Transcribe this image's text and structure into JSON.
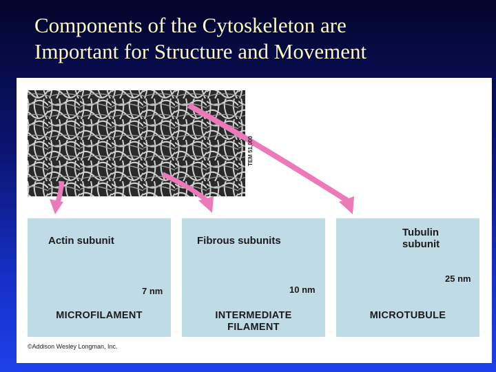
{
  "title_line1": "Components of the Cytoskeleton are",
  "title_line2": "Important for Structure and Movement",
  "micrograph": {
    "magnification": "TEM 51,000"
  },
  "panels": [
    {
      "subunit_label": "Actin subunit",
      "dimension": "7 nm",
      "caption": "MICROFILAMENT"
    },
    {
      "subunit_label": "Fibrous subunits",
      "dimension": "10 nm",
      "caption_line1": "INTERMEDIATE",
      "caption_line2": "FILAMENT"
    },
    {
      "subunit_label_line1": "Tubulin",
      "subunit_label_line2": "subunit",
      "dimension": "25 nm",
      "caption": "MICROTUBULE"
    }
  ],
  "credit": "©Addison Wesley Longman, Inc.",
  "colors": {
    "arrow": "#ec7ab8",
    "panel": "#bfdbe6",
    "actin": "#5a8ac8",
    "tubulin": "#f1dc9c",
    "intermediate": "#b08cc8",
    "title": "#fff8c0"
  }
}
